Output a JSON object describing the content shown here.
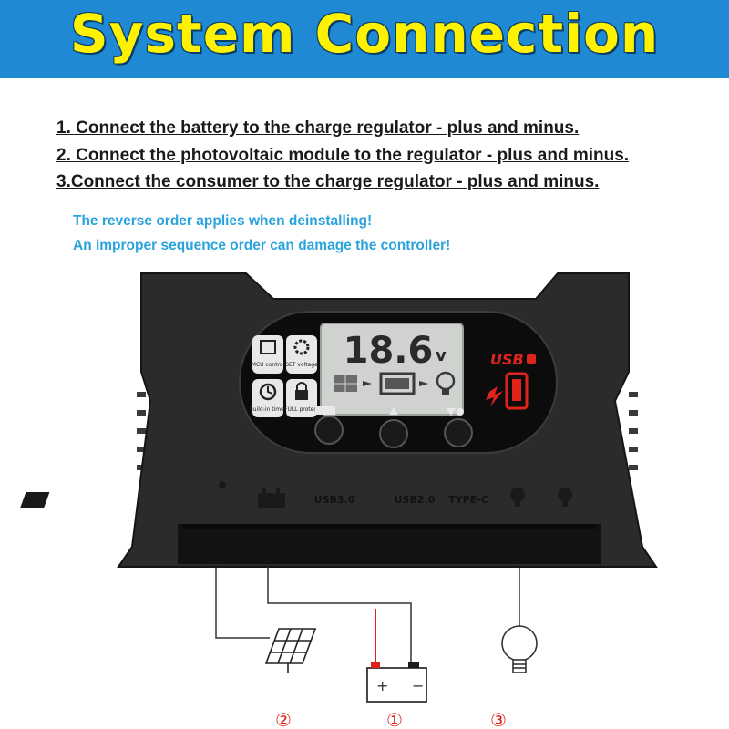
{
  "banner": {
    "title": "System Connection",
    "bg_color": "#1f8ad3",
    "text_color": "#fff200"
  },
  "steps": [
    "1. Connect the battery to the charge regulator - plus and minus.",
    "2. Connect the photovoltaic module to the regulator - plus and minus.",
    "3.Connect the consumer to the charge regulator - plus and minus."
  ],
  "warnings": [
    "The reverse order applies when deinstalling!",
    "An improper sequence order can damage the controller!"
  ],
  "controller": {
    "display_value": "18.6",
    "display_unit": "v",
    "usb_label": "USB",
    "badges": [
      {
        "label": "MCU control",
        "icon": "chip-icon"
      },
      {
        "label": "SET voltage",
        "icon": "gear-icon"
      },
      {
        "label": "Build-in timer",
        "icon": "clock-icon"
      },
      {
        "label": "FULL protect",
        "icon": "lock-icon"
      }
    ],
    "port_labels": [
      "USB3.0",
      "USB2.0",
      "TYPE-C"
    ]
  },
  "markers": {
    "solar": "②",
    "battery": "①",
    "load": "③"
  },
  "colors": {
    "device": "#2b2b2b",
    "accent_red": "#e0241b",
    "lcd": "#cfd2cf"
  }
}
